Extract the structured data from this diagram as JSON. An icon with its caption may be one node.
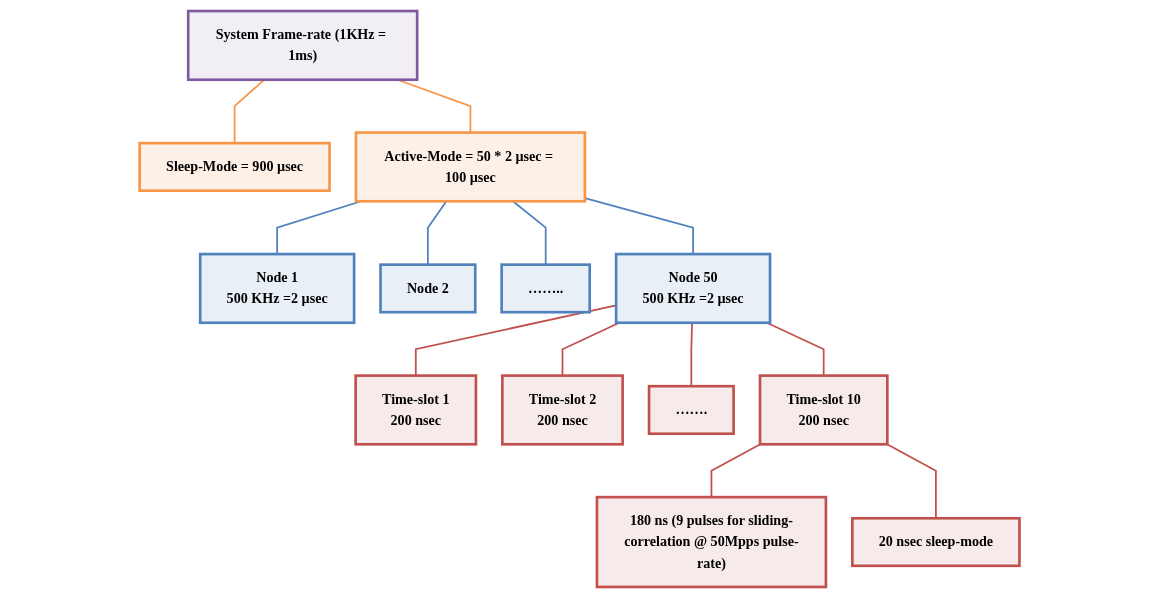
{
  "diagram": {
    "nodes": [
      {
        "text": [
          "System Frame-rate (1KHz = 1ms)"
        ]
      },
      {
        "text": [
          "Sleep-Mode = 900 µsec"
        ]
      },
      {
        "text": [
          "Active-Mode = 50 * 2 µsec = 100 µsec"
        ]
      },
      {
        "text": [
          "Node 1",
          "500 KHz =2 µsec"
        ]
      },
      {
        "text": [
          "Node 2"
        ]
      },
      {
        "text": [
          "…….."
        ]
      },
      {
        "text": [
          "Node 50",
          "500 KHz =2 µsec"
        ]
      },
      {
        "text": [
          "Time-slot 1",
          "200 nsec"
        ]
      },
      {
        "text": [
          "Time-slot 2",
          "200 nsec"
        ]
      },
      {
        "text": [
          "……."
        ]
      },
      {
        "text": [
          "Time-slot 10",
          "200 nsec"
        ]
      },
      {
        "text": [
          "180 ns (9 pulses for sliding-correlation @ 50Mpps pulse-rate)"
        ]
      },
      {
        "text": [
          "20 nsec sleep-mode"
        ]
      }
    ],
    "edges": [
      {
        "from": 0,
        "to": 1,
        "arrow": "none",
        "color": "#f79646"
      },
      {
        "from": 0,
        "to": 2,
        "arrow": "none",
        "color": "#f79646"
      },
      {
        "from": 2,
        "to": 3,
        "arrow": "none",
        "color": "#4f81bd"
      },
      {
        "from": 2,
        "to": 4,
        "arrow": "none",
        "color": "#4f81bd"
      },
      {
        "from": 2,
        "to": 5,
        "arrow": "none",
        "color": "#4f81bd"
      },
      {
        "from": 2,
        "to": 6,
        "arrow": "none",
        "color": "#4f81bd"
      },
      {
        "from": 6,
        "to": 7,
        "arrow": "none"
      },
      {
        "from": 6,
        "to": 8,
        "arrow": "none"
      },
      {
        "from": 6,
        "to": 9,
        "arrow": "none"
      },
      {
        "from": 6,
        "to": 10,
        "arrow": "none"
      },
      {
        "from": 10,
        "to": 11,
        "arrow": "none"
      },
      {
        "from": 10,
        "to": 12,
        "arrow": "none"
      }
    ]
  }
}
